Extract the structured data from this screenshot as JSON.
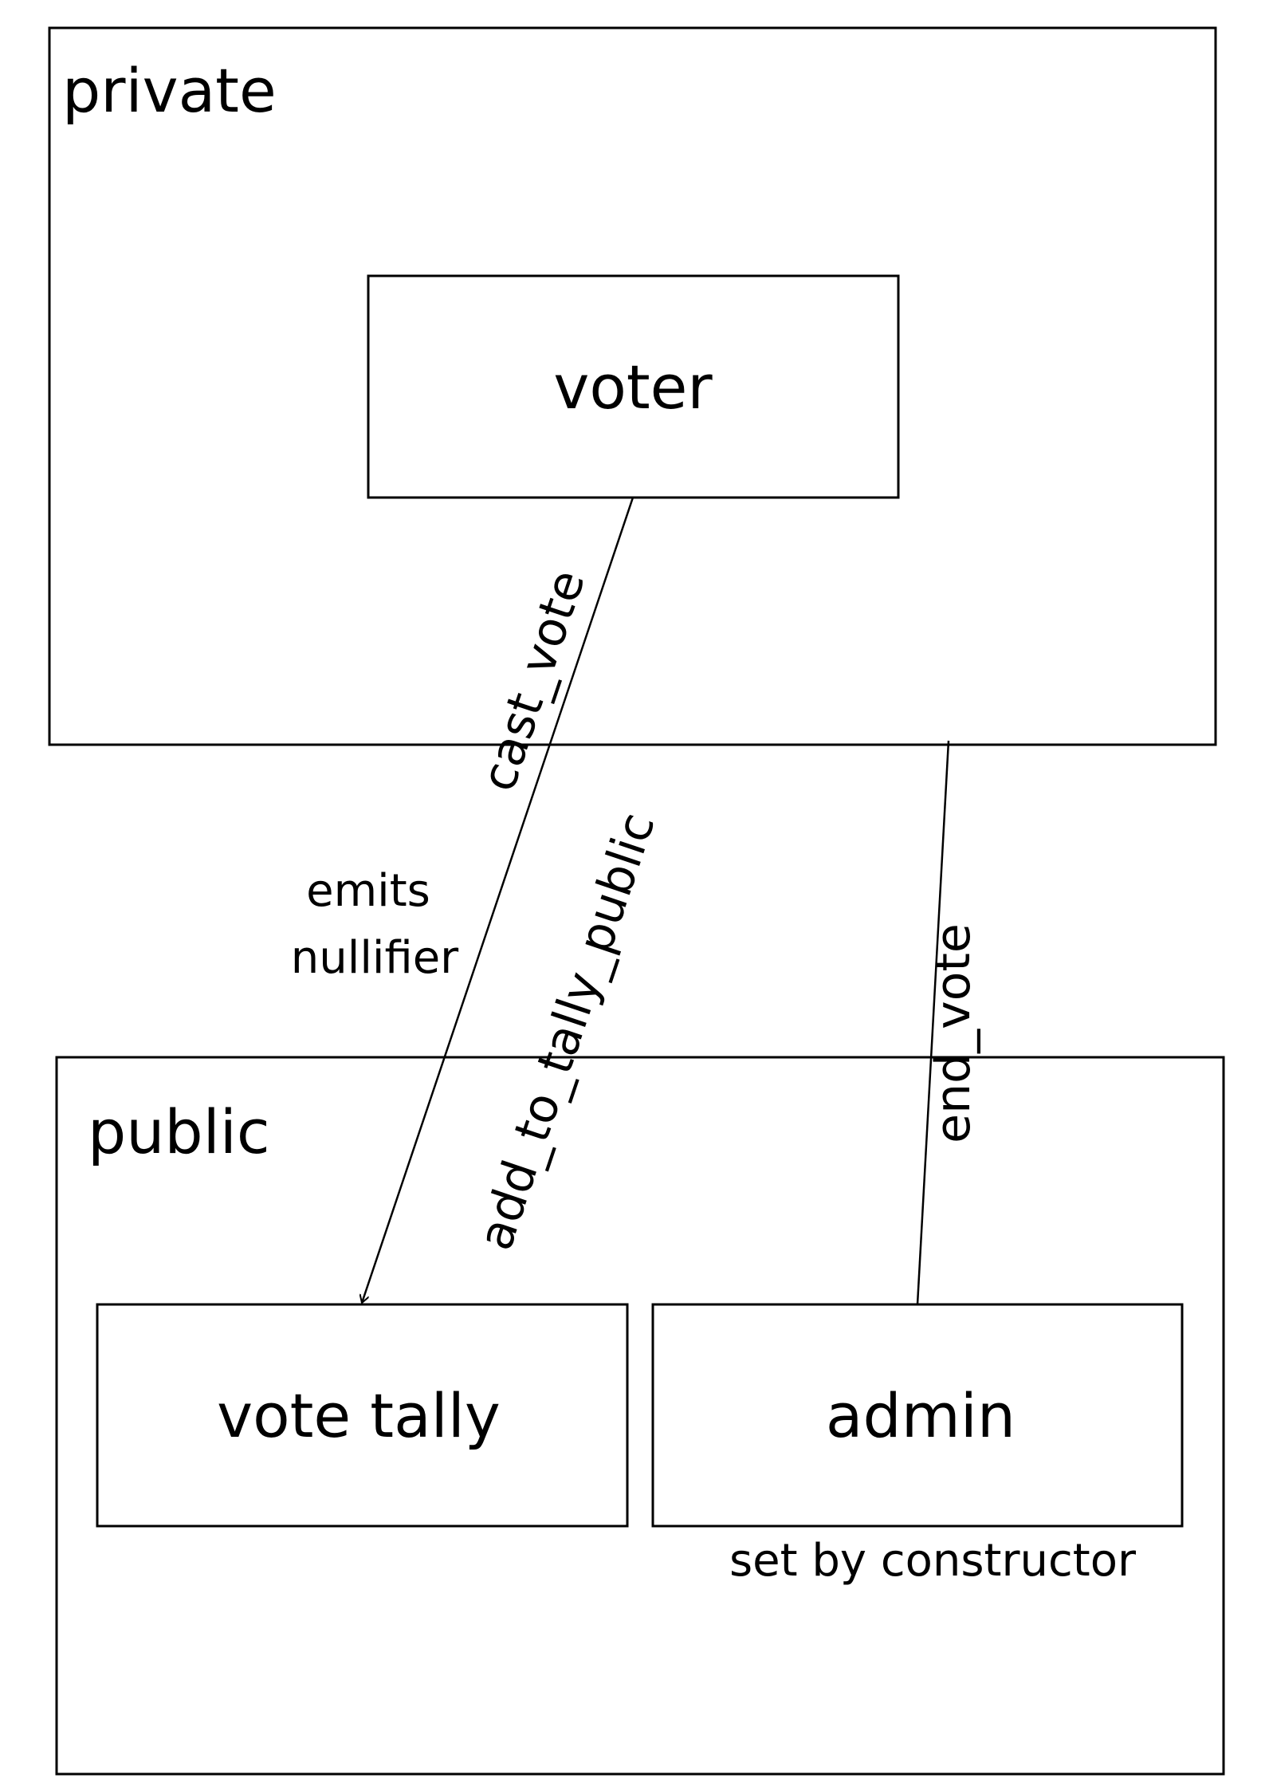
{
  "regions": {
    "private": "private",
    "public": "public"
  },
  "nodes": {
    "voter": "voter",
    "vote_tally": "vote tally",
    "admin": "admin"
  },
  "edges": {
    "cast_vote": "cast_vote",
    "add_to_tally_public": "add_to_tally_public",
    "end_vote": "end_vote"
  },
  "annotations": {
    "emits": "emits",
    "nullifier": "nullifier",
    "set_by_constructor": "set by constructor"
  }
}
